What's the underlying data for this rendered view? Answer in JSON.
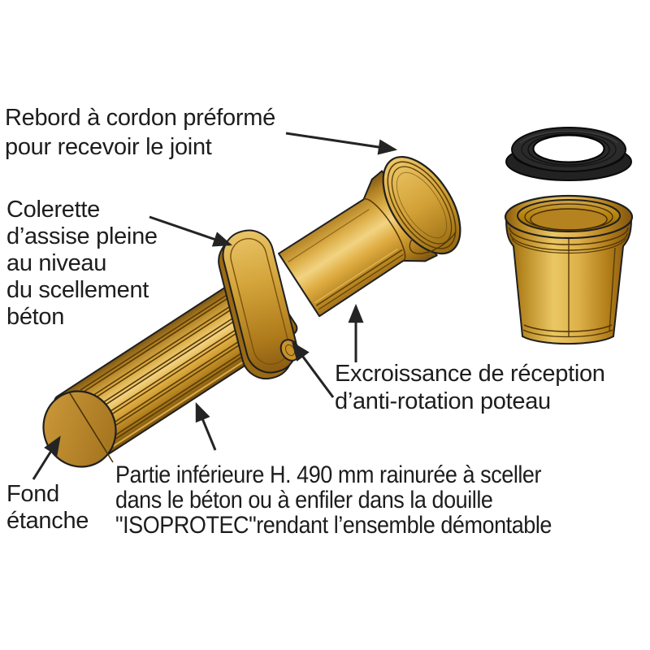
{
  "labels": {
    "rebord": "Rebord à cordon préformé\npour recevoir le joint",
    "colerette": "Colerette\nd’assise pleine\nau niveau\ndu scellement\nbéton",
    "excroissance": "Excroissance de réception\nd’anti-rotation poteau",
    "fond": "Fond\nétanche",
    "partie": "Partie inférieure H. 490 mm rainurée à sceller\ndans le béton ou à enfiler dans la douille\n\"ISOPROTEC\"rendant l’ensemble démontable"
  },
  "colors": {
    "background": "#ffffff",
    "text": "#1d1d1d",
    "arrow": "#242424",
    "outline": "#1f1f1f",
    "gold_base": "#cf9a30",
    "gold_highlight": "#f2d382",
    "gold_shadow": "#7a520d",
    "gasket_black": "#242424"
  }
}
